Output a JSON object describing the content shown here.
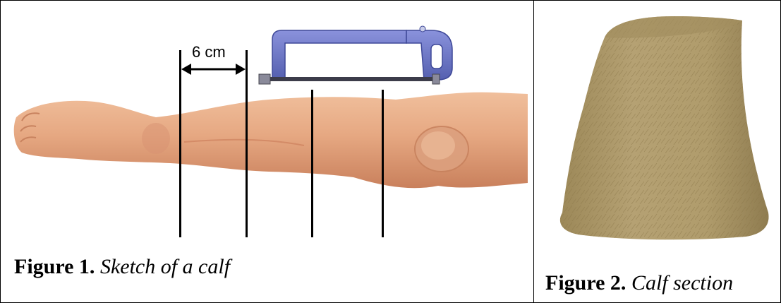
{
  "figure1": {
    "measure_label": "6 cm",
    "caption_label": "Figure 1.",
    "caption_text": "Sketch of a calf",
    "illustration": "leg-illustration",
    "tool": "hacksaw-icon",
    "colors": {
      "skin": "#e6a882",
      "saw_frame": "#6f78c4",
      "cut_lines": "#000000"
    }
  },
  "figure2": {
    "caption_label": "Figure 2.",
    "caption_text": "Calf section",
    "photo": "calf-section-photo",
    "colors": {
      "hide": "#b09c6c"
    }
  }
}
